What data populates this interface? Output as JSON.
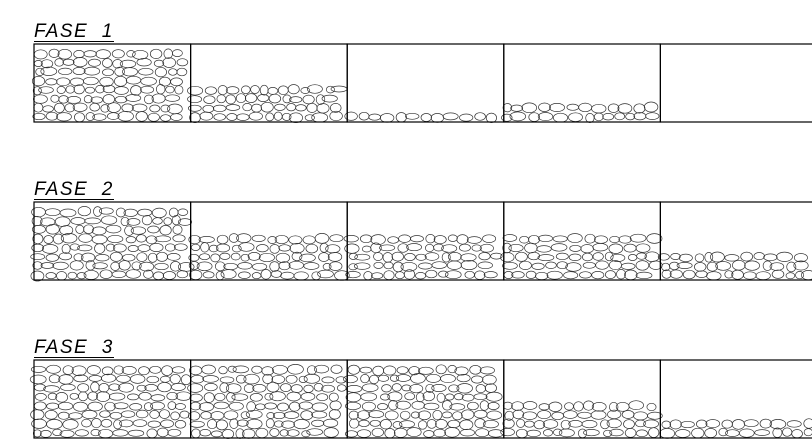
{
  "phases": [
    {
      "label": "FASE  1",
      "fills": [
        1.0,
        0.55,
        0.2,
        0.3,
        0.0
      ]
    },
    {
      "label": "FASE  2",
      "fills": [
        1.0,
        0.65,
        0.65,
        0.65,
        0.35
      ]
    },
    {
      "label": "FASE  3",
      "fills": [
        1.0,
        1.0,
        1.0,
        0.55,
        0.3
      ]
    }
  ]
}
